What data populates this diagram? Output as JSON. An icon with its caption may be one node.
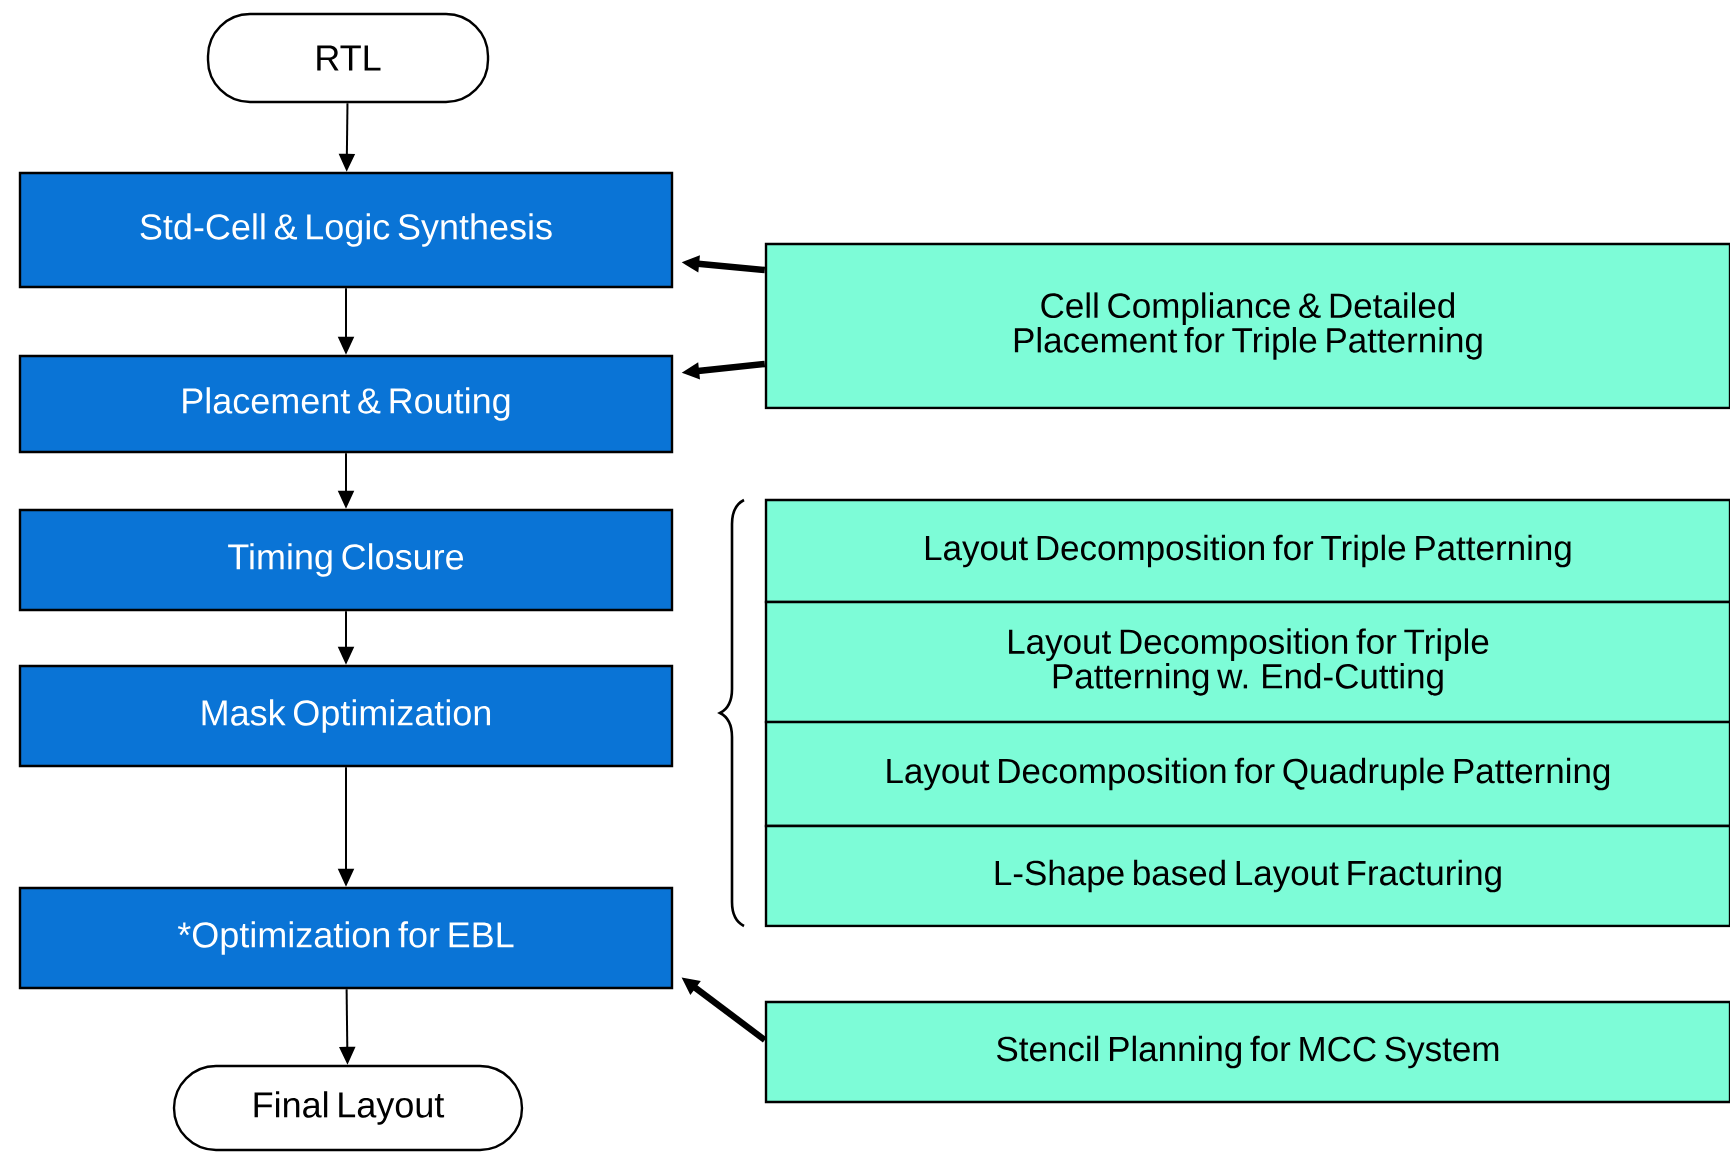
{
  "diagram": {
    "nodes": [
      {
        "text": [
          "RTL"
        ]
      },
      {
        "text": [
          "Std-Cell & Logic Synthesis"
        ]
      },
      {
        "text": [
          "Placement & Routing"
        ]
      },
      {
        "text": [
          "Timing Closure"
        ]
      },
      {
        "text": [
          "Mask Optimization"
        ]
      },
      {
        "text": [
          "*Optimization for EBL"
        ]
      },
      {
        "text": [
          "Final Layout"
        ]
      },
      {
        "text": [
          "Cell Compliance & Detailed Placement for Triple Patterning"
        ]
      },
      {
        "text": [
          "Layout Decomposition for Triple Patterning"
        ]
      },
      {
        "text": [
          "Layout Decomposition for Triple Patterning w. End-Cutting"
        ]
      },
      {
        "text": [
          "Layout Decomposition for Quadruple Patterning"
        ]
      },
      {
        "text": [
          "L-Shape based Layout Fracturing"
        ]
      },
      {
        "text": [
          "Stencil Planning for MCC System"
        ]
      }
    ],
    "edges": [
      {
        "from": 0,
        "to": 1,
        "arrow": "to"
      },
      {
        "from": 1,
        "to": 2,
        "arrow": "to"
      },
      {
        "from": 2,
        "to": 3,
        "arrow": "to"
      },
      {
        "from": 3,
        "to": 4,
        "arrow": "to"
      },
      {
        "from": 4,
        "to": 5,
        "arrow": "to"
      },
      {
        "from": 5,
        "to": 6,
        "arrow": "to"
      },
      {
        "from": 7,
        "to": 1,
        "arrow": "to",
        "style": "thick"
      },
      {
        "from": 7,
        "to": 2,
        "arrow": "to",
        "style": "thick"
      },
      {
        "from": 12,
        "to": 5,
        "arrow": "to",
        "style": "thick"
      }
    ]
  }
}
